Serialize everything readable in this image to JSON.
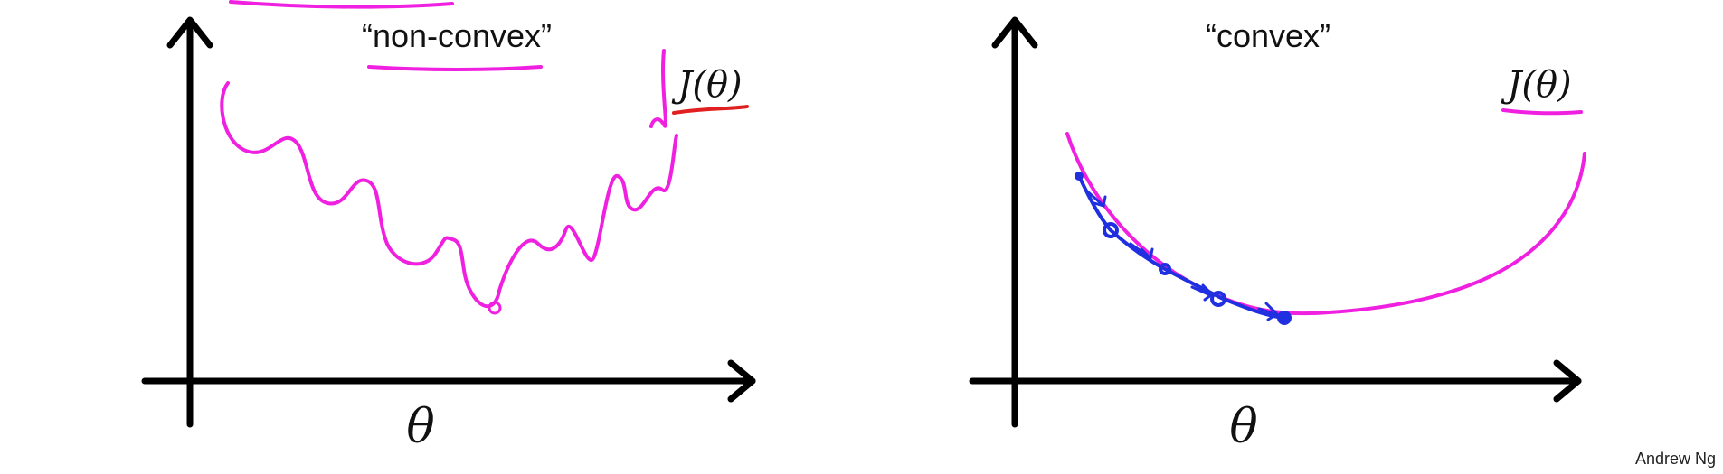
{
  "left_panel": {
    "title": "“non-convex”",
    "ylabel": "J(θ)",
    "xlabel": "θ"
  },
  "right_panel": {
    "title": "“convex”",
    "ylabel": "J(θ)",
    "xlabel": "θ"
  },
  "credit": "Andrew Ng",
  "colors": {
    "curve": "#f020e0",
    "descent_path": "#2030e0",
    "axes": "#000000",
    "underline_red": "#e02020",
    "background": "#ffffff"
  }
}
